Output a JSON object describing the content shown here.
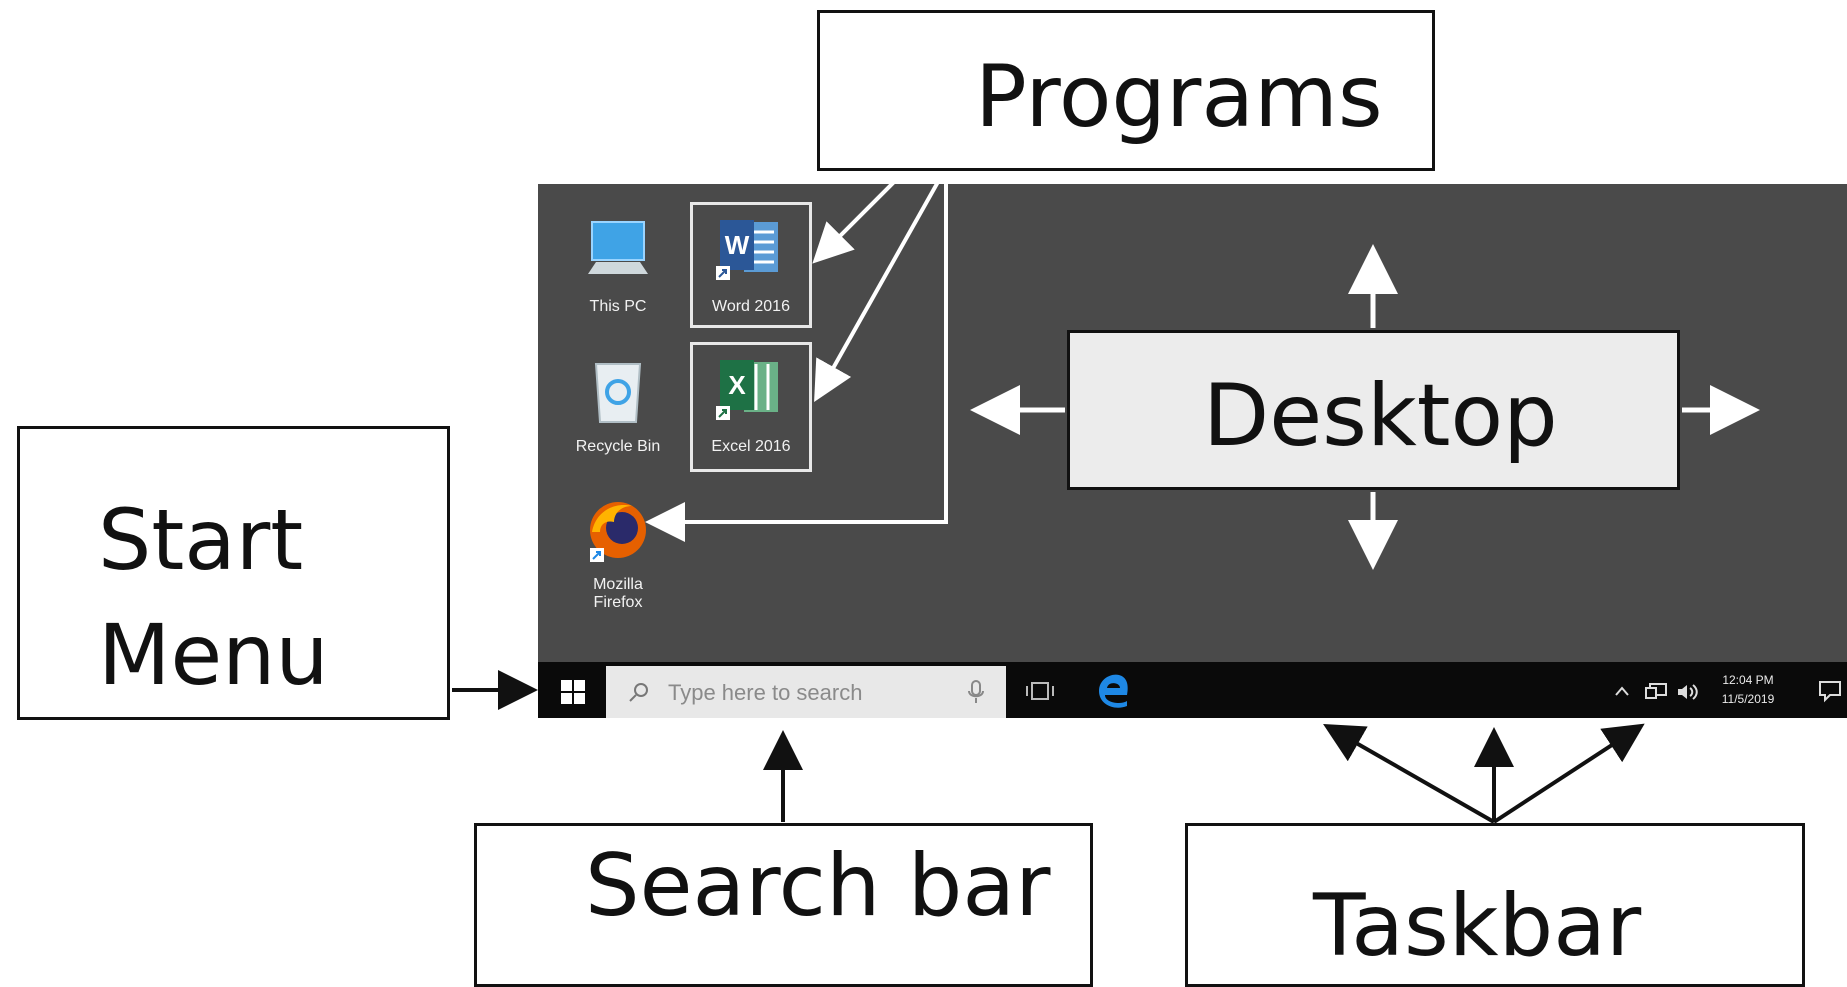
{
  "callouts": {
    "programs": "Programs",
    "start_menu": "Start Menu",
    "search_bar": "Search bar",
    "taskbar": "Taskbar",
    "desktop": "Desktop"
  },
  "desktop_icons": {
    "this_pc": "This PC",
    "word": "Word 2016",
    "recycle_bin": "Recycle Bin",
    "excel": "Excel 2016",
    "firefox_line1": "Mozilla",
    "firefox_line2": "Firefox"
  },
  "taskbar": {
    "search_placeholder": "Type here to search",
    "time": "12:04 PM",
    "date": "11/5/2019"
  },
  "colors": {
    "desktop_background": "#4a4a4a",
    "taskbar_background": "#0a0a0a",
    "search_box": "#e8e8e8",
    "word_blue": "#2b5797",
    "excel_green": "#1e7145",
    "edge_blue": "#1e88e5"
  },
  "icons": [
    "windows-logo-icon",
    "search-icon",
    "microphone-icon",
    "task-view-icon",
    "edge-icon",
    "this-pc-icon",
    "recycle-bin-icon",
    "word-icon",
    "excel-icon",
    "firefox-icon",
    "chevron-up-icon",
    "network-icon",
    "volume-icon",
    "notifications-icon"
  ]
}
